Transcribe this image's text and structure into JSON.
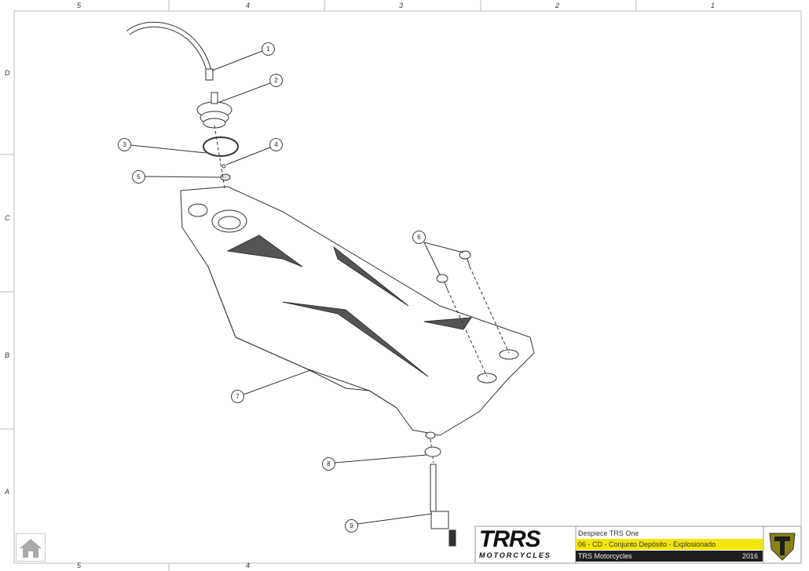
{
  "ruler": {
    "columns": [
      "5",
      "4",
      "3",
      "2",
      "1"
    ],
    "rows": [
      "D",
      "C",
      "B",
      "A"
    ],
    "bottom_columns": [
      "5",
      "4"
    ]
  },
  "callouts": [
    "1",
    "2",
    "3",
    "4",
    "5",
    "6",
    "7",
    "8",
    "9"
  ],
  "title_block": {
    "logo_text": "TRRS",
    "logo_subtext": "MOTORCYCLES",
    "line1": "Despiece TRS One",
    "line2": "06 - CD - Conjunto Depósito - Explosionado",
    "company": "TRS Motorcycles",
    "year": "2016",
    "highlight_color": "#f2e600",
    "dark_color": "#1e1e1e"
  },
  "home_icon": "home-icon"
}
